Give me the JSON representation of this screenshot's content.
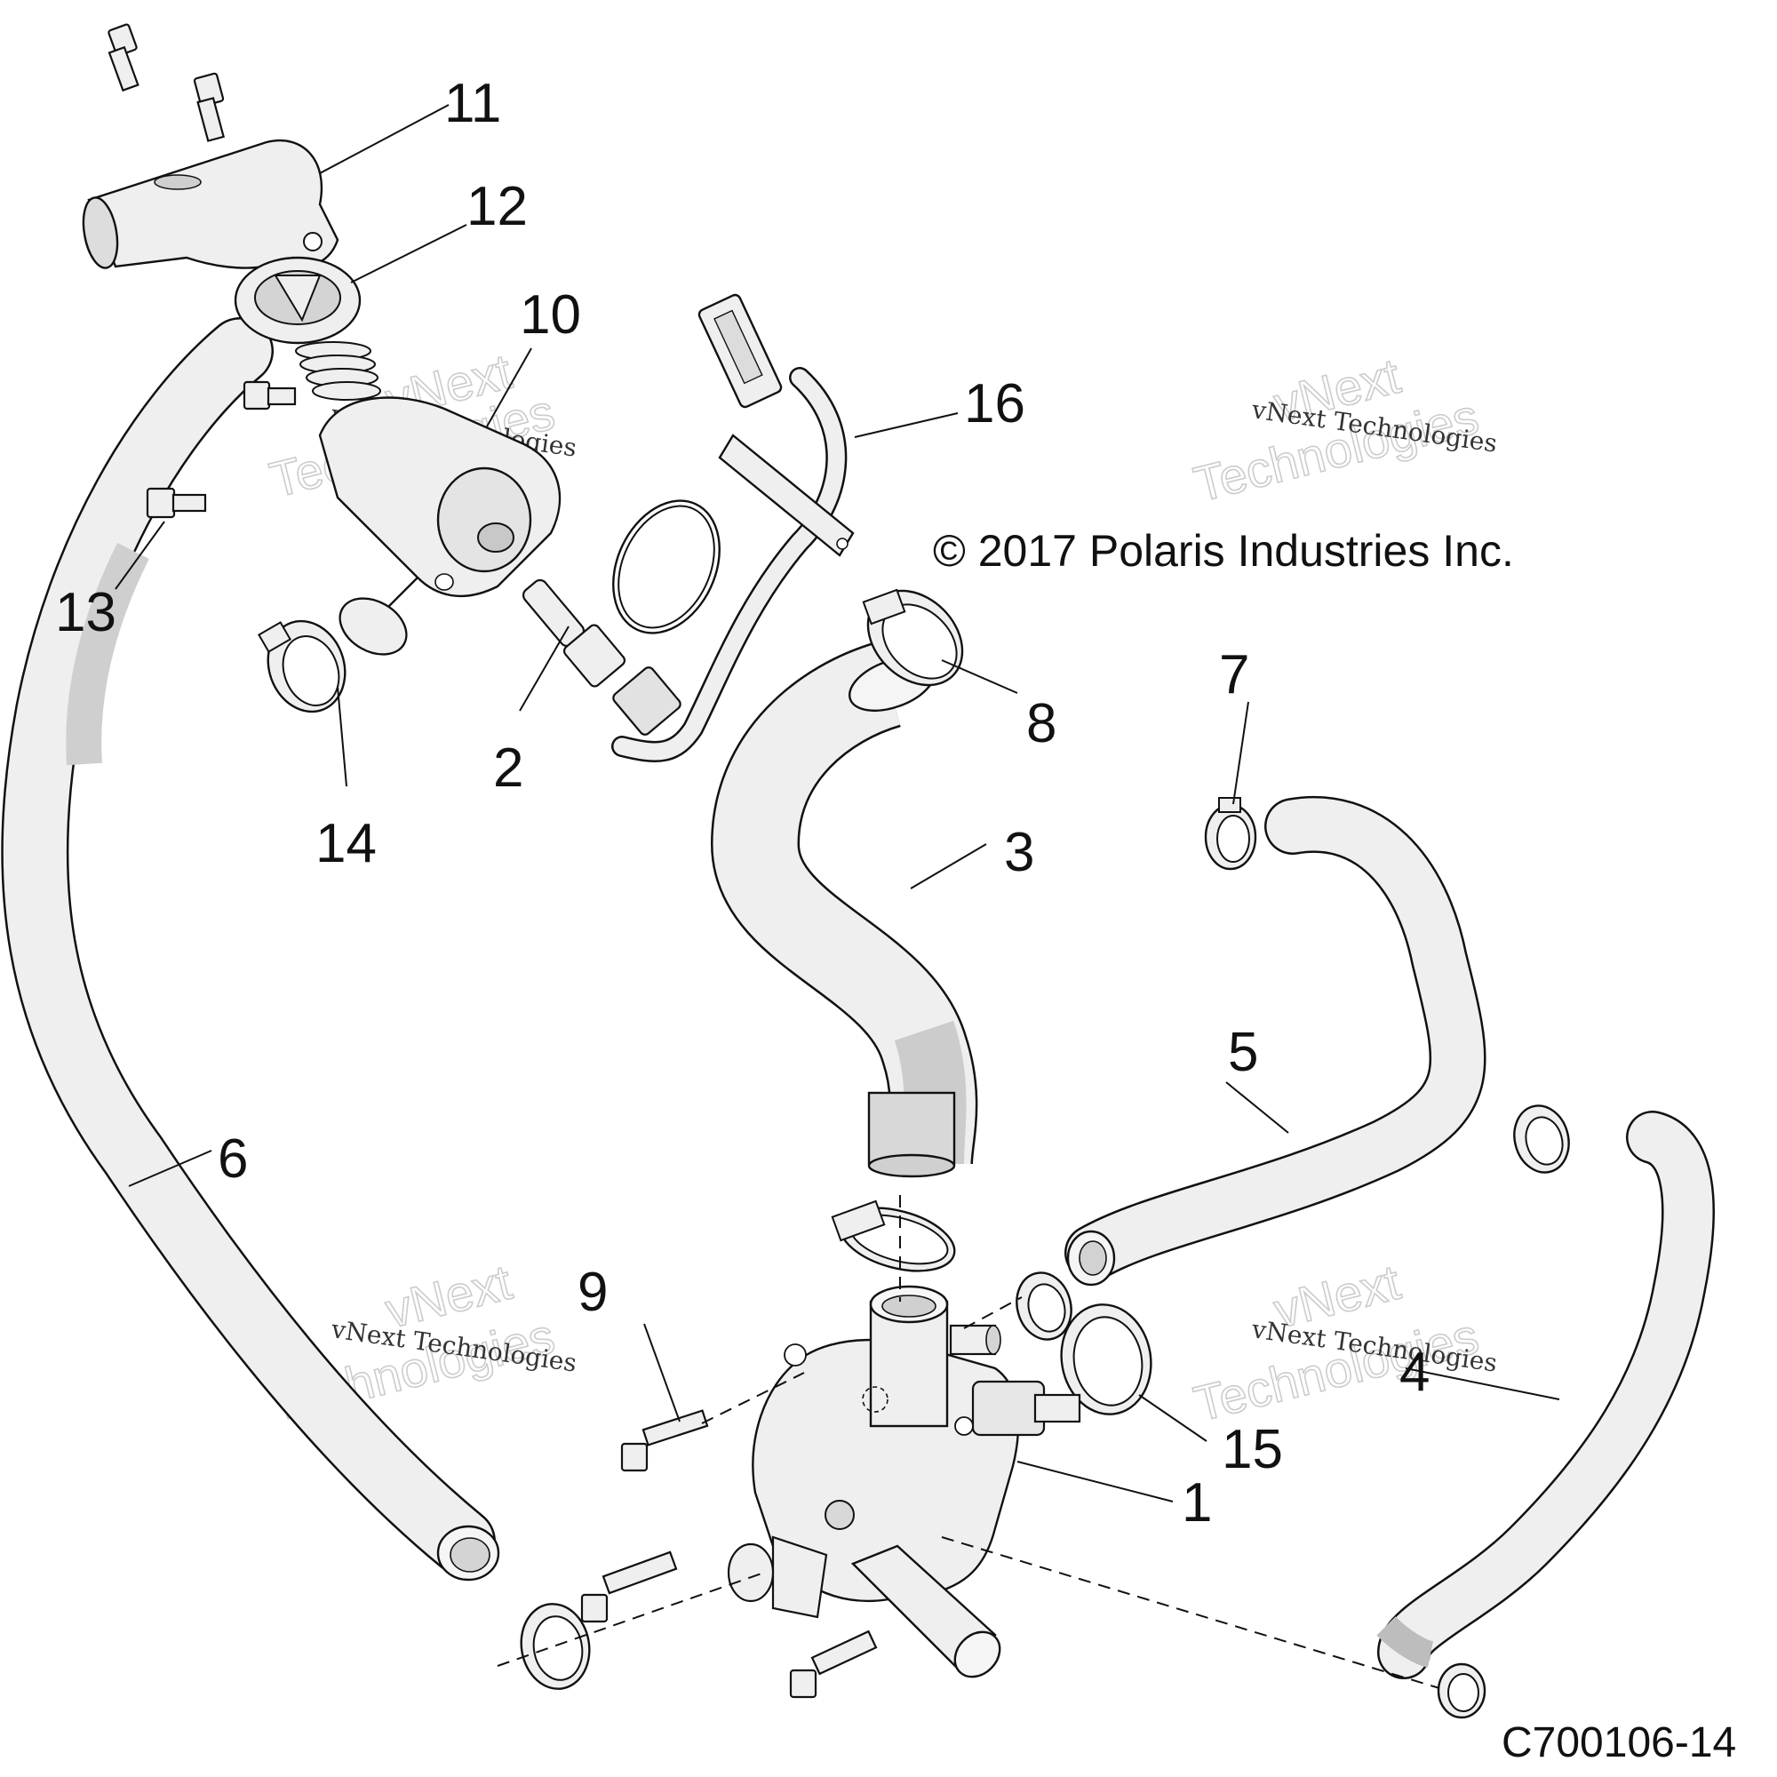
{
  "copyright": "© 2017 Polaris Industries Inc.",
  "figure_id": "C700106-14",
  "callouts": {
    "c1": "1",
    "c2": "2",
    "c3": "3",
    "c4": "4",
    "c5": "5",
    "c6": "6",
    "c7": "7",
    "c8": "8",
    "c9": "9",
    "c10": "10",
    "c11": "11",
    "c12": "12",
    "c13": "13",
    "c14": "14",
    "c15": "15",
    "c16": "16"
  },
  "watermark": {
    "small": "vNext Technologies",
    "big_line1": "vNext",
    "big_line2": "Technologies"
  },
  "colors": {
    "part_fill": "#efefef",
    "part_shade": "#cccccc",
    "line": "#111111",
    "watermark": "#cccccc"
  }
}
